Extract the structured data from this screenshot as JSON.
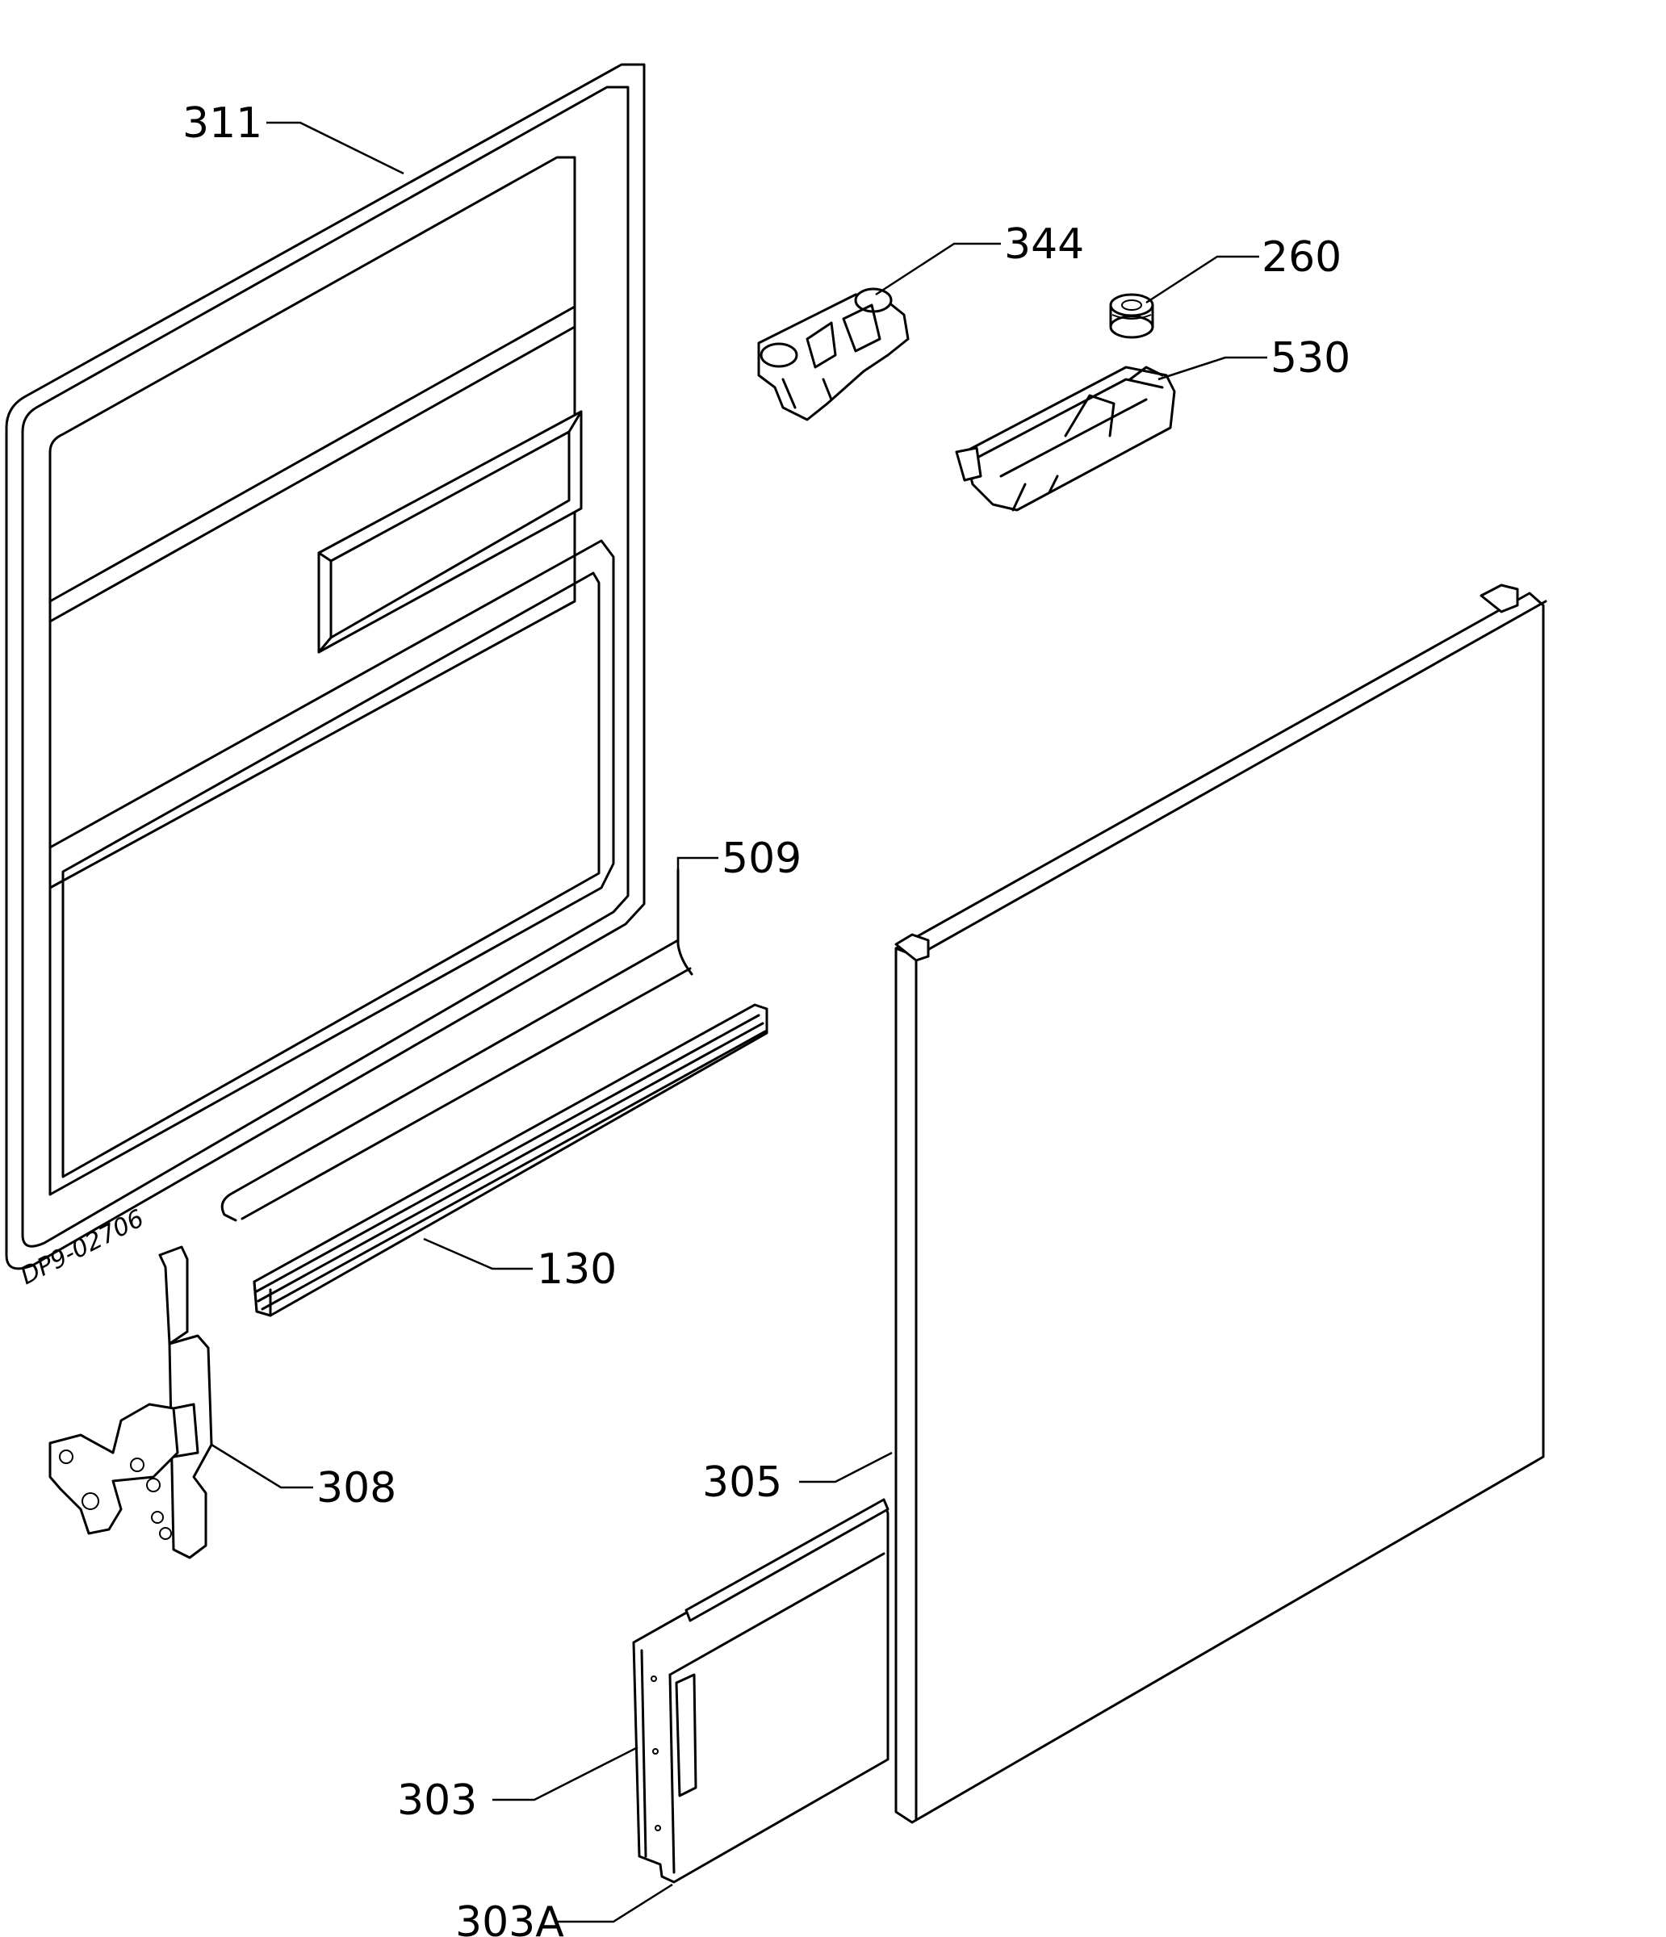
{
  "diagram": {
    "drawing_code": "DP9-02706",
    "callouts": {
      "p311": "311",
      "p344": "344",
      "p260": "260",
      "p530": "530",
      "p509": "509",
      "p130": "130",
      "p308": "308",
      "p305": "305",
      "p303": "303",
      "p303A": "303A"
    }
  }
}
